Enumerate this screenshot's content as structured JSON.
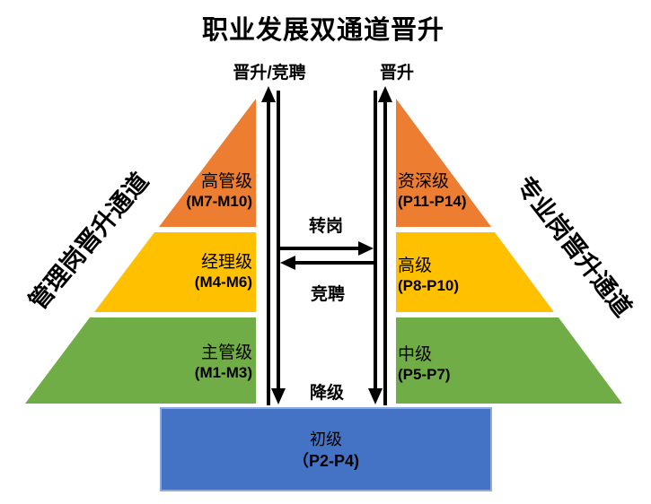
{
  "title": "职业发展双通道晋升",
  "colors": {
    "orange": "#ED7D31",
    "yellow": "#FFC000",
    "green": "#70AD47",
    "blue": "#4472C4",
    "blue_border": "#8FAADC",
    "arrow": "#000000"
  },
  "flow_labels": {
    "promote_left": "晋升/竞聘",
    "promote_right": "晋升",
    "transfer": "转岗",
    "compete": "竞聘",
    "demote": "降级"
  },
  "management_channel": {
    "title": "管理岗晋升通道",
    "levels": [
      {
        "name": "高管级",
        "range": "(M7-M10)"
      },
      {
        "name": "经理级",
        "range": "(M4-M6)"
      },
      {
        "name": "主管级",
        "range": "(M1-M3)"
      }
    ]
  },
  "professional_channel": {
    "title": "专业岗晋升通道",
    "levels": [
      {
        "name": "资深级",
        "range": "(P11-P14)"
      },
      {
        "name": "高级",
        "range": "(P8-P10)"
      },
      {
        "name": "中级",
        "range": "(P5-P7)"
      }
    ]
  },
  "base_level": {
    "name": "初级",
    "range": "（P2-P4)"
  }
}
